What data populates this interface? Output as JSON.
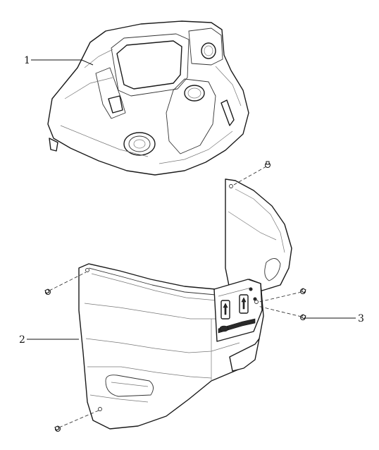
{
  "callouts": [
    {
      "label": "1"
    },
    {
      "label": "2"
    },
    {
      "label": "3"
    }
  ],
  "colors": {
    "line": "#1a1a1a",
    "background": "#ffffff"
  }
}
